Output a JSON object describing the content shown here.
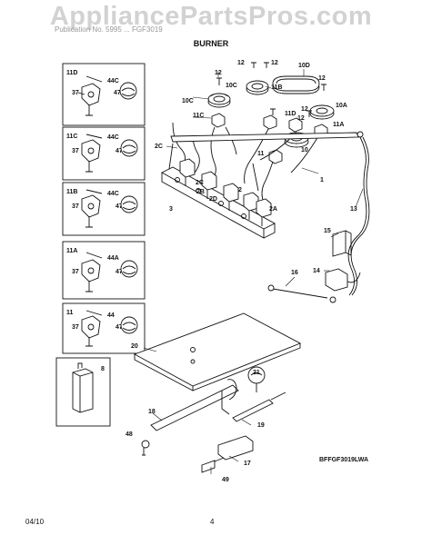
{
  "header": {
    "watermark": "AppliancePartsPros.com",
    "subheading": "Publication No. 5995 ... FGF3019",
    "title": "BURNER"
  },
  "footer": {
    "date": "04/10",
    "page_number": "4"
  },
  "drawing_code": "BFFGF3019LWA",
  "side_panels": [
    {
      "id": "11D",
      "part": "44C",
      "screw": "37",
      "orifice": "47"
    },
    {
      "id": "11C",
      "part": "44C",
      "screw": "37",
      "orifice": "47"
    },
    {
      "id": "11B",
      "part": "44C",
      "screw": "37",
      "orifice": "47"
    },
    {
      "id": "11A",
      "part": "44A",
      "screw": "37",
      "orifice": "47"
    },
    {
      "id": "11",
      "part": "44",
      "screw": "37",
      "orifice": "47"
    },
    {
      "id": "8"
    }
  ],
  "callouts": {
    "c12a": "12",
    "c12b": "12",
    "c10d": "10D",
    "c12c": "12",
    "c10c": "10C",
    "c11b": "11B",
    "c12d": "12",
    "c12e": "12",
    "c11c": "11C",
    "c11d": "11D",
    "c12f": "12",
    "c10a": "10A",
    "c11a": "11A",
    "c10": "10",
    "c2c": "2C",
    "c11": "11",
    "c1": "1",
    "c2d": "2D",
    "c2b": "2B",
    "c2": "2",
    "c3": "3",
    "c2a": "2A",
    "c13": "13",
    "c15": "15",
    "c16": "16",
    "c14": "14",
    "c20": "20",
    "c21": "21",
    "c18": "18",
    "c19": "19",
    "c48": "48",
    "c17": "17",
    "c49": "49"
  },
  "colors": {
    "line": "#111111",
    "watermark": "#d2d2d2",
    "fill": "#ffffff"
  }
}
